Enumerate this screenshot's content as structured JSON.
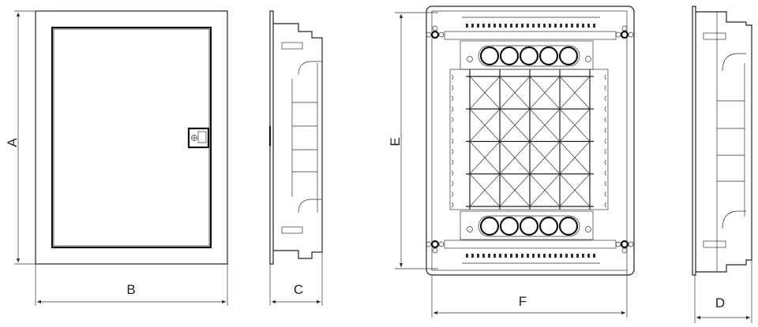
{
  "dimensions": {
    "A": "A",
    "B": "B",
    "C": "C",
    "D": "D",
    "E": "E",
    "F": "F"
  },
  "knockouts_per_row": 5,
  "grid": {
    "columns": 4,
    "rows": 4
  },
  "colors": {
    "line": "#222222",
    "background": "#ffffff"
  }
}
